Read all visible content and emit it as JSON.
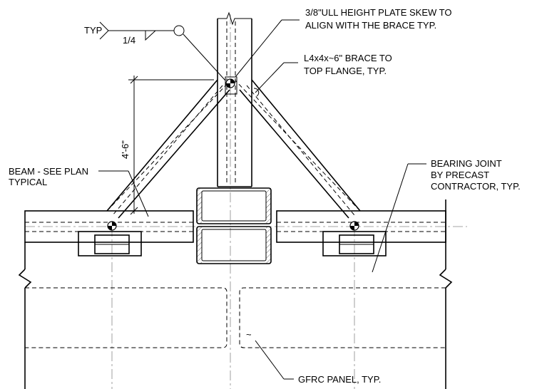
{
  "notes": {
    "plate": [
      "3/8\"ULL HEIGHT PLATE SKEW TO",
      "ALIGN WITH THE BRACE TYP."
    ],
    "brace": [
      "L4x4x~6\" BRACE TO",
      "TOP FLANGE, TYP."
    ],
    "beam": [
      "BEAM - SEE PLAN",
      "TYPICAL"
    ],
    "bearing": [
      "BEARING JOINT",
      "BY PRECAST",
      "CONTRACTOR, TYP."
    ],
    "panel": "GFRC PANEL, TYP."
  },
  "weld": {
    "tail": "TYP",
    "size": "1/4"
  },
  "dimension": {
    "height": "4'-6\""
  },
  "panel_mark": "~",
  "colors": {
    "line": "#000000",
    "centerline": "#888888",
    "background": "#ffffff"
  }
}
